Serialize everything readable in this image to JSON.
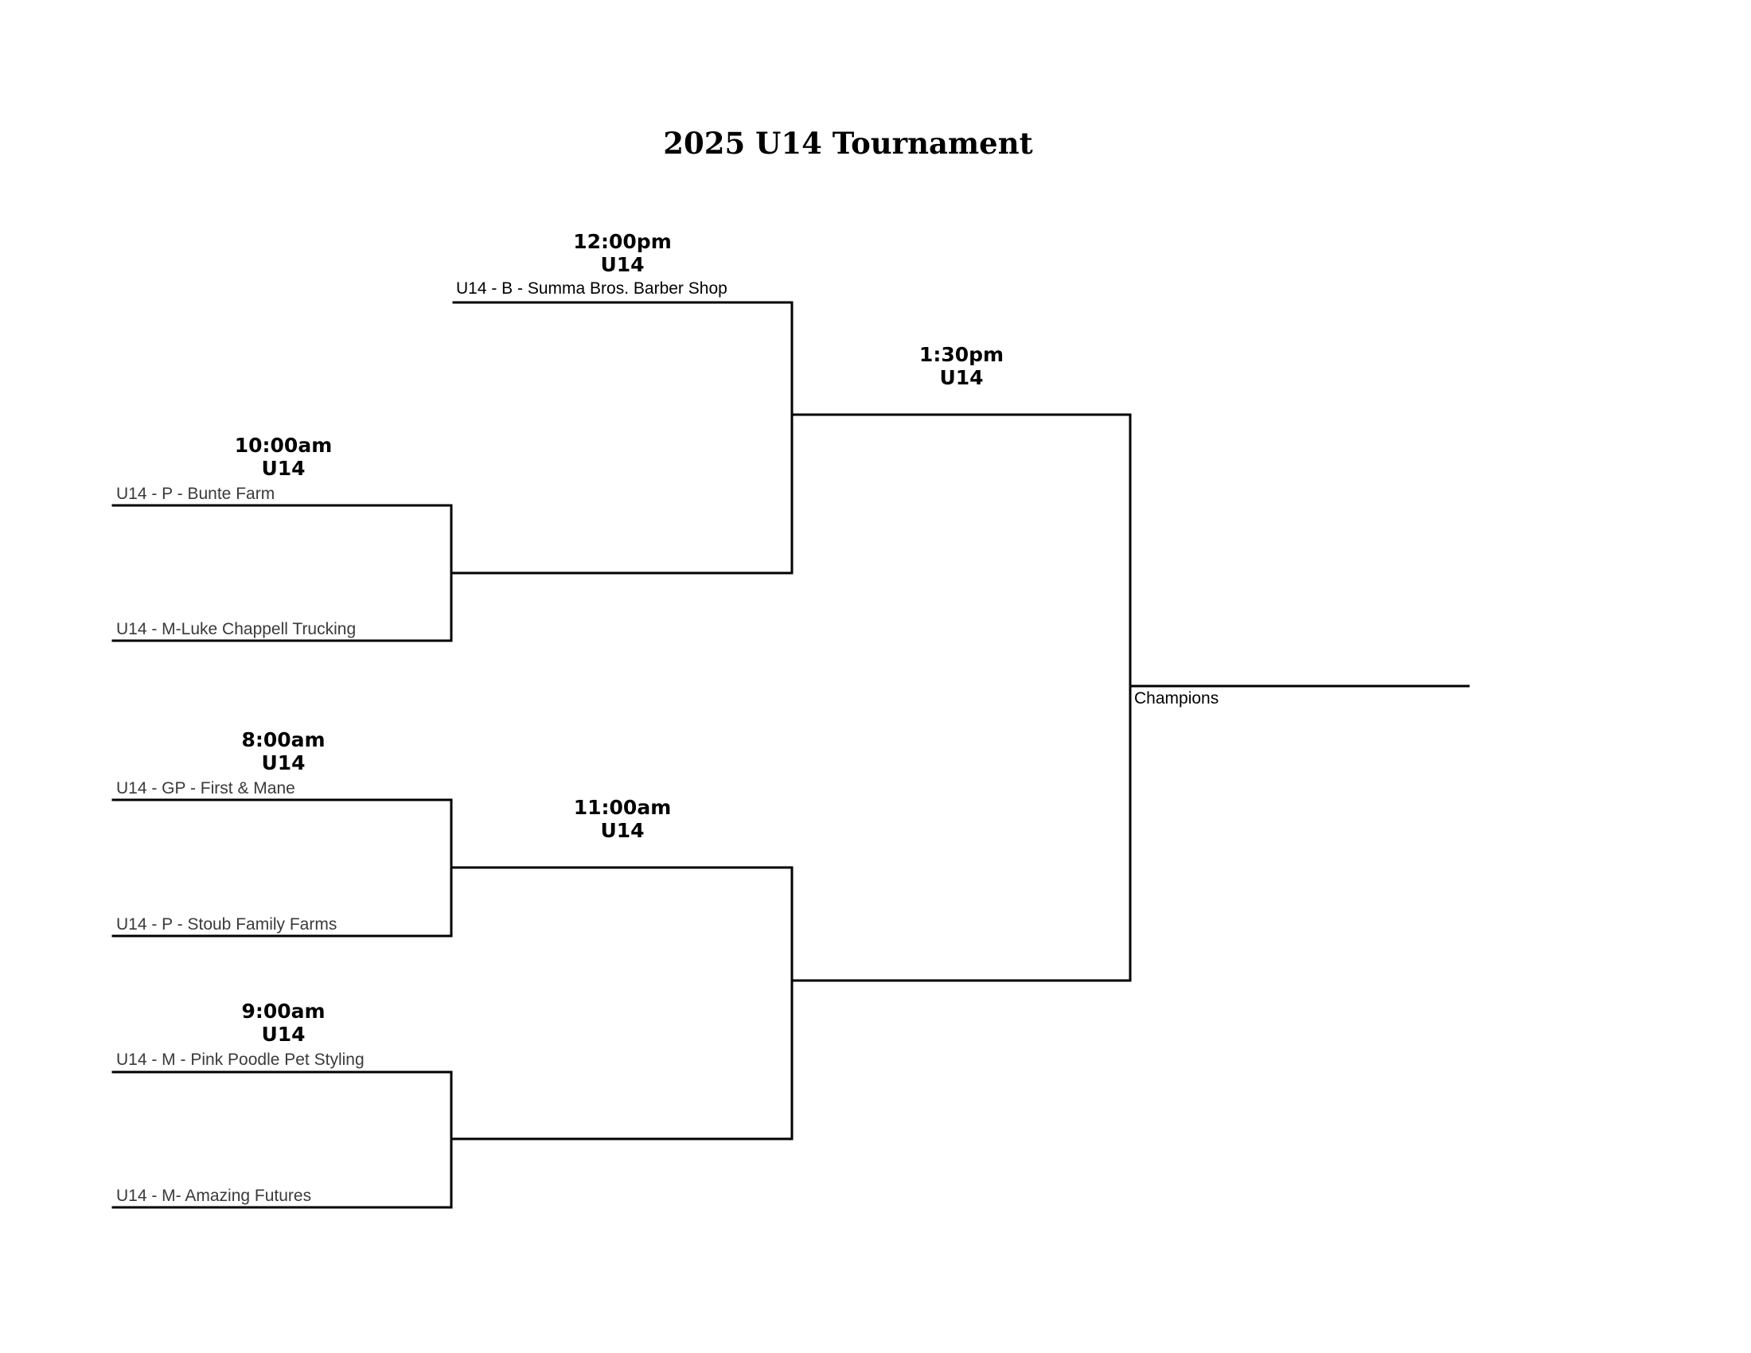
{
  "title": "2025 U14 Tournament",
  "games": [
    {
      "time": "12:00pm",
      "division": "U14"
    },
    {
      "time": "1:30pm",
      "division": "U14"
    },
    {
      "time": "10:00am",
      "division": "U14"
    },
    {
      "time": "8:00am",
      "division": "U14"
    },
    {
      "time": "11:00am",
      "division": "U14"
    },
    {
      "time": "9:00am",
      "division": "U14"
    }
  ],
  "teams": [
    "U14 - B - Summa Bros. Barber Shop",
    "U14 - P - Bunte Farm",
    "U14 - M-Luke Chappell Trucking",
    "U14 - GP - First & Mane",
    "U14 - P - Stoub Family Farms",
    "U14 - M - Pink Poodle Pet Styling",
    "U14 - M- Amazing Futures"
  ],
  "champions_label": "Champions",
  "colors": {
    "line": "#000000",
    "team_text": "#3a3a3a"
  }
}
